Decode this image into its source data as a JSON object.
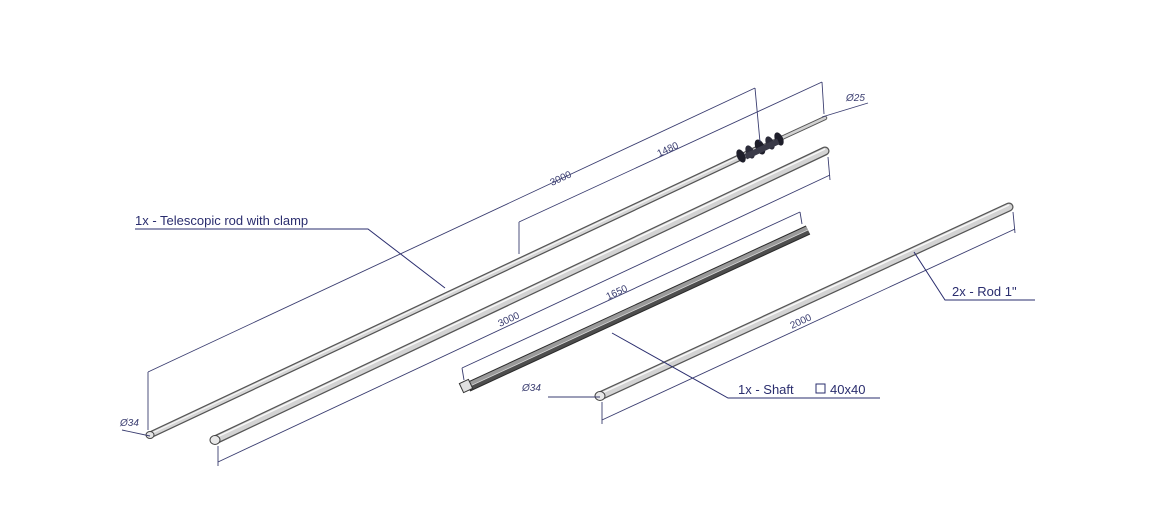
{
  "labels": {
    "telescopic_rod": "1x - Telescopic rod with clamp",
    "shaft": "1x - Shaft",
    "shaft_size": "40x40",
    "rod": "2x - Rod 1\""
  },
  "dimensions": {
    "telescopic_total": "3000",
    "telescopic_inner": "1480",
    "telescopic_dia_tip": "Ø25",
    "telescopic_dia_base": "Ø34",
    "second_rod_length": "3000",
    "shaft_length": "1650",
    "rod_length": "2000",
    "rod_dia": "Ø34"
  },
  "colors": {
    "line": "#2a2d6e",
    "rod_light": "#d8d8d8",
    "rod_dark": "#6b6b6b",
    "clamp": "#1e1e2a"
  }
}
